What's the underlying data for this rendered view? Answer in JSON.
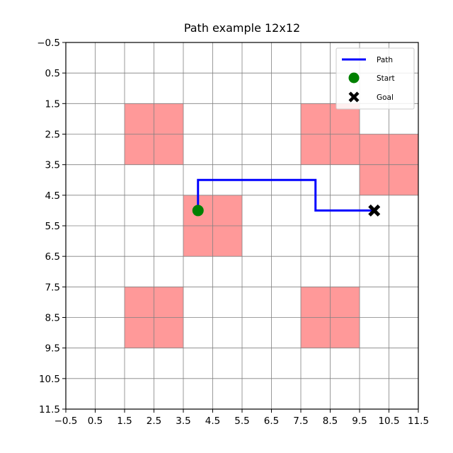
{
  "chart_data": {
    "type": "grid-path",
    "title": "Path example 12x12",
    "xlabel": "",
    "ylabel": "",
    "xlim": [
      -0.5,
      11.5
    ],
    "ylim": [
      11.5,
      -0.5
    ],
    "y_inverted": true,
    "grid": true,
    "x_ticks": [
      -0.5,
      0.5,
      1.5,
      2.5,
      3.5,
      4.5,
      5.5,
      6.5,
      7.5,
      8.5,
      9.5,
      10.5,
      11.5
    ],
    "x_tick_labels": [
      "−0.5",
      "0.5",
      "1.5",
      "2.5",
      "3.5",
      "4.5",
      "5.5",
      "6.5",
      "7.5",
      "8.5",
      "9.5",
      "10.5",
      "11.5"
    ],
    "y_ticks": [
      -0.5,
      0.5,
      1.5,
      2.5,
      3.5,
      4.5,
      5.5,
      6.5,
      7.5,
      8.5,
      9.5,
      10.5,
      11.5
    ],
    "y_tick_labels": [
      "−0.5",
      "0.5",
      "1.5",
      "2.5",
      "3.5",
      "4.5",
      "5.5",
      "6.5",
      "7.5",
      "8.5",
      "9.5",
      "10.5",
      "11.5"
    ],
    "obstacles": [
      [
        2,
        2
      ],
      [
        2,
        3
      ],
      [
        3,
        2
      ],
      [
        3,
        3
      ],
      [
        2,
        8
      ],
      [
        2,
        9
      ],
      [
        3,
        8
      ],
      [
        3,
        9
      ],
      [
        3,
        10
      ],
      [
        3,
        11
      ],
      [
        4,
        10
      ],
      [
        4,
        11
      ],
      [
        5,
        4
      ],
      [
        5,
        5
      ],
      [
        6,
        4
      ],
      [
        6,
        5
      ],
      [
        8,
        2
      ],
      [
        8,
        3
      ],
      [
        9,
        2
      ],
      [
        9,
        3
      ],
      [
        8,
        8
      ],
      [
        8,
        9
      ],
      [
        9,
        8
      ],
      [
        9,
        9
      ]
    ],
    "obstacle_color": "#ff9999",
    "path": {
      "name": "Path",
      "color": "#0000ff",
      "points": [
        [
          5,
          4
        ],
        [
          4,
          4
        ],
        [
          4,
          5
        ],
        [
          4,
          6
        ],
        [
          4,
          7
        ],
        [
          4,
          8
        ],
        [
          5,
          8
        ],
        [
          5,
          9
        ],
        [
          5,
          10
        ]
      ]
    },
    "start": {
      "name": "Start",
      "point": [
        5,
        4
      ],
      "color": "#008000",
      "marker": "circle"
    },
    "goal": {
      "name": "Goal",
      "point": [
        5,
        10
      ],
      "color": "#000000",
      "marker": "X"
    },
    "legend": {
      "placement": "top-right",
      "entries": [
        "Path",
        "Start",
        "Goal"
      ]
    }
  }
}
